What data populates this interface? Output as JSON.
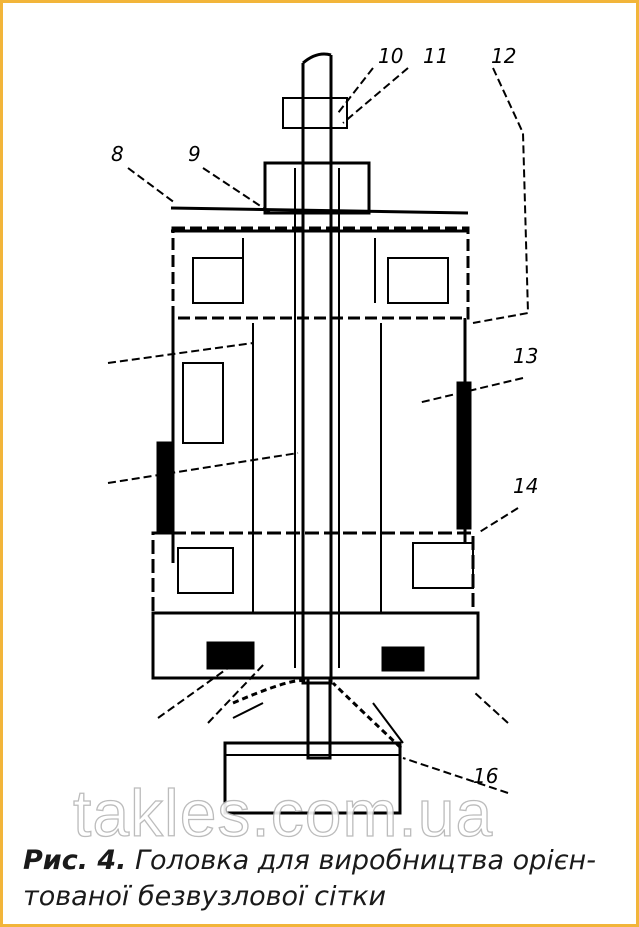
{
  "figure": {
    "number_label": "Рис. 4.",
    "caption": "Головка для виробництва орієн-\nтованої безвузлової сітки",
    "watermark": "takles.com.ua",
    "accent_color": "#f2b53a",
    "callouts": [
      "8",
      "9",
      "10",
      "11",
      "12",
      "13",
      "14",
      "16"
    ]
  }
}
